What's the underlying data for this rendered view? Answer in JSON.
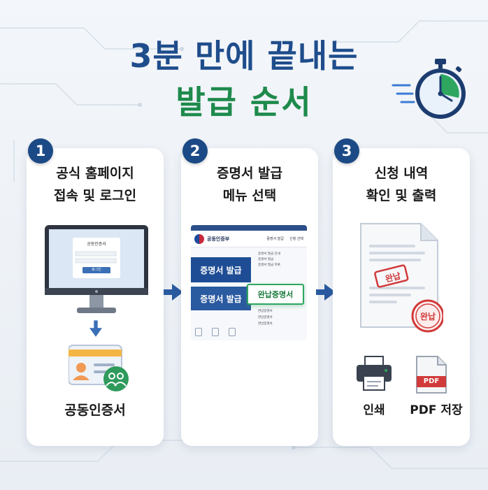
{
  "header": {
    "title_line1": "3분 만에 끝내는",
    "title_line2": "발급 순서"
  },
  "icons": {
    "timer": "stopwatch-icon",
    "arrow": "right-arrow-icon"
  },
  "colors": {
    "navy": "#1f4d8c",
    "green": "#1e8a4c",
    "stamp_red": "#d13a3a"
  },
  "steps": [
    {
      "number": "1",
      "title_line1": "공식 홈페이지",
      "title_line2": "접속 및 로그인",
      "screen": {
        "heading": "공동인증서",
        "button": "로그인"
      },
      "result_label": "공동인증서"
    },
    {
      "number": "2",
      "title_line1": "증명서 발급",
      "title_line2": "메뉴 선택",
      "site": {
        "name": "공동인증부",
        "nav1": "증명서 발급",
        "nav2": "신청 선택",
        "menu1": "증명서 발급",
        "menu2": "증명서 발급",
        "highlight": "완납증명서",
        "sub_items_top": [
          "증명서 발급 안내",
          "증명서 발급",
          "증명서 발급 목록"
        ],
        "sub_items_bottom": [
          "완납증명서",
          "완납증명서",
          "완납증명서"
        ]
      }
    },
    {
      "number": "3",
      "title_line1": "신청 내역",
      "title_line2": "확인 및 출력",
      "stamp": "완납",
      "print_label": "인쇄",
      "pdf_badge": "PDF",
      "pdf_label": "PDF 저장"
    }
  ]
}
